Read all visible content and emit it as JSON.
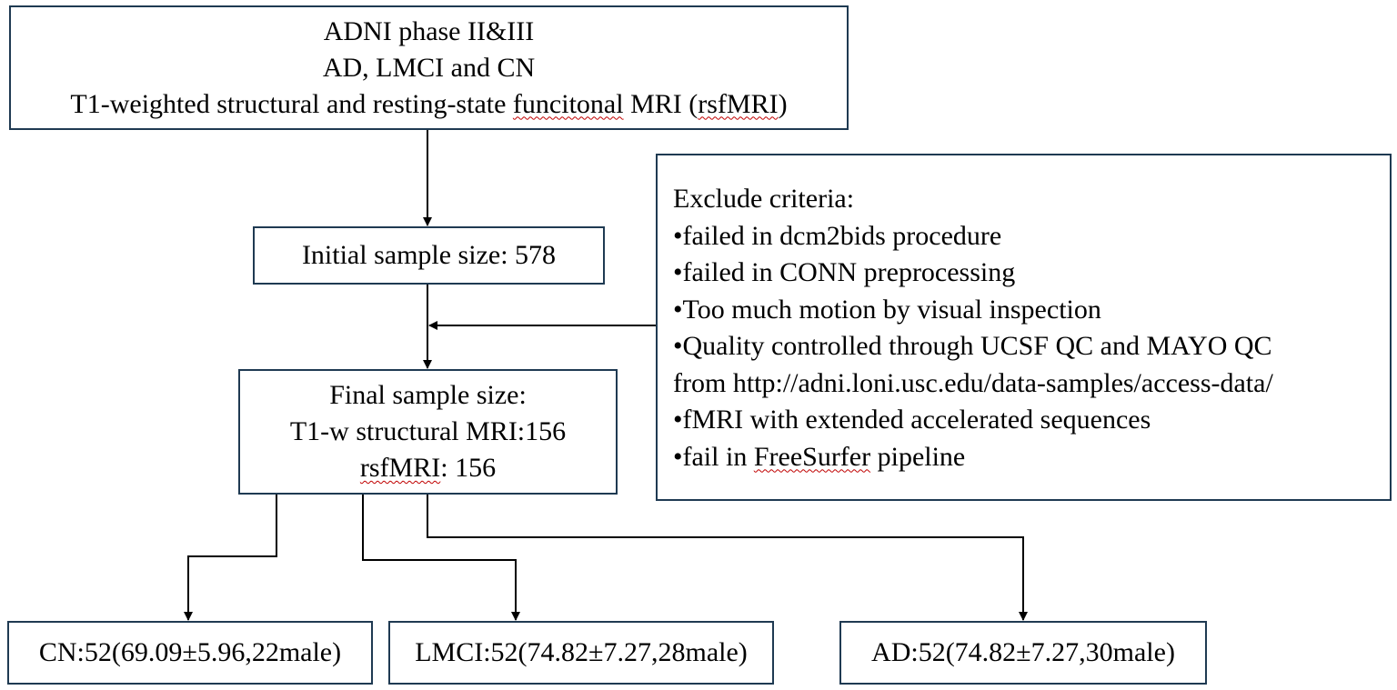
{
  "top_box": {
    "line1": "ADNI phase II&III",
    "line2": "AD, LMCI and CN",
    "line3_a": "T1-weighted structural and resting-state ",
    "line3_b": "funcitonal",
    "line3_c": " MRI (",
    "line3_d": "rsfMRI",
    "line3_e": ")"
  },
  "initial_box": {
    "text": "Initial sample size: 578"
  },
  "final_box": {
    "line1": "Final sample size:",
    "line2": "T1-w structural MRI:156",
    "line3_a": "rsfMRI",
    "line3_b": ": 156"
  },
  "exclude_box": {
    "title": "Exclude criteria:",
    "items": [
      "•failed in dcm2bids procedure",
      "•failed in CONN preprocessing",
      "•Too much motion by visual inspection",
      "•Quality controlled through UCSF QC and MAYO QC",
      "from http://adni.loni.usc.edu/data-samples/access-data/",
      "•fMRI with extended accelerated sequences"
    ],
    "last_a": "•fail in ",
    "last_b": "FreeSurfer",
    "last_c": " pipeline"
  },
  "groups": {
    "cn": "CN:52(69.09±5.96,22male)",
    "lmci": "LMCI:52(74.82±7.27,28male)",
    "ad": "AD:52(74.82±7.27,30male)"
  },
  "colors": {
    "box_border": "#1f3a52",
    "arrow": "#000000",
    "spellcheck_underline": "#c00000"
  }
}
